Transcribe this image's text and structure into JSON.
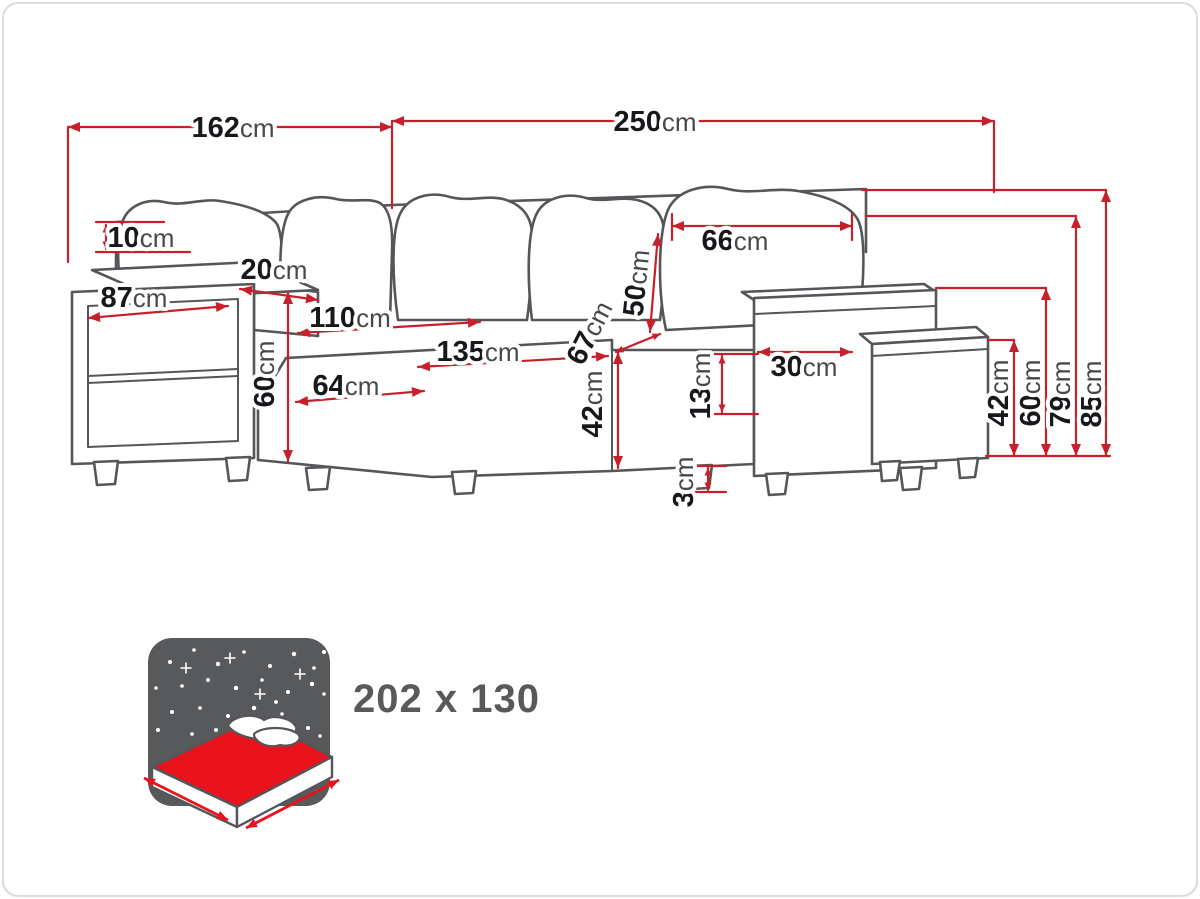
{
  "figure": {
    "type": "corner-sofa dimension diagram"
  },
  "colors": {
    "outline_gray": "#55565a",
    "dimension_red": "#c8202a",
    "accent_red": "#e8131d",
    "label_black": "#17181b",
    "label_gray": "#46484c",
    "icon_gray": "#58595b"
  },
  "dims": {
    "d162": {
      "v": "162",
      "u": "cm"
    },
    "d250": {
      "v": "250",
      "u": "cm"
    },
    "d10": {
      "v": "10",
      "u": "cm"
    },
    "d20": {
      "v": "20",
      "u": "cm"
    },
    "d87": {
      "v": "87",
      "u": "cm"
    },
    "d110": {
      "v": "110",
      "u": "cm"
    },
    "d135": {
      "v": "135",
      "u": "cm"
    },
    "d64": {
      "v": "64",
      "u": "cm"
    },
    "d60l": {
      "v": "60",
      "u": "cm"
    },
    "d66": {
      "v": "66",
      "u": "cm"
    },
    "d50": {
      "v": "50",
      "u": "cm"
    },
    "d67": {
      "v": "67",
      "u": "cm"
    },
    "d42c": {
      "v": "42",
      "u": "cm"
    },
    "d13": {
      "v": "13",
      "u": "cm"
    },
    "d30": {
      "v": "30",
      "u": "cm"
    },
    "d3": {
      "v": "3",
      "u": "cm"
    },
    "d42r": {
      "v": "42",
      "u": "cm"
    },
    "d60r": {
      "v": "60",
      "u": "cm"
    },
    "d79": {
      "v": "79",
      "u": "cm"
    },
    "d85": {
      "v": "85",
      "u": "cm"
    }
  },
  "sleeping_area": {
    "label": "202 x 130"
  }
}
